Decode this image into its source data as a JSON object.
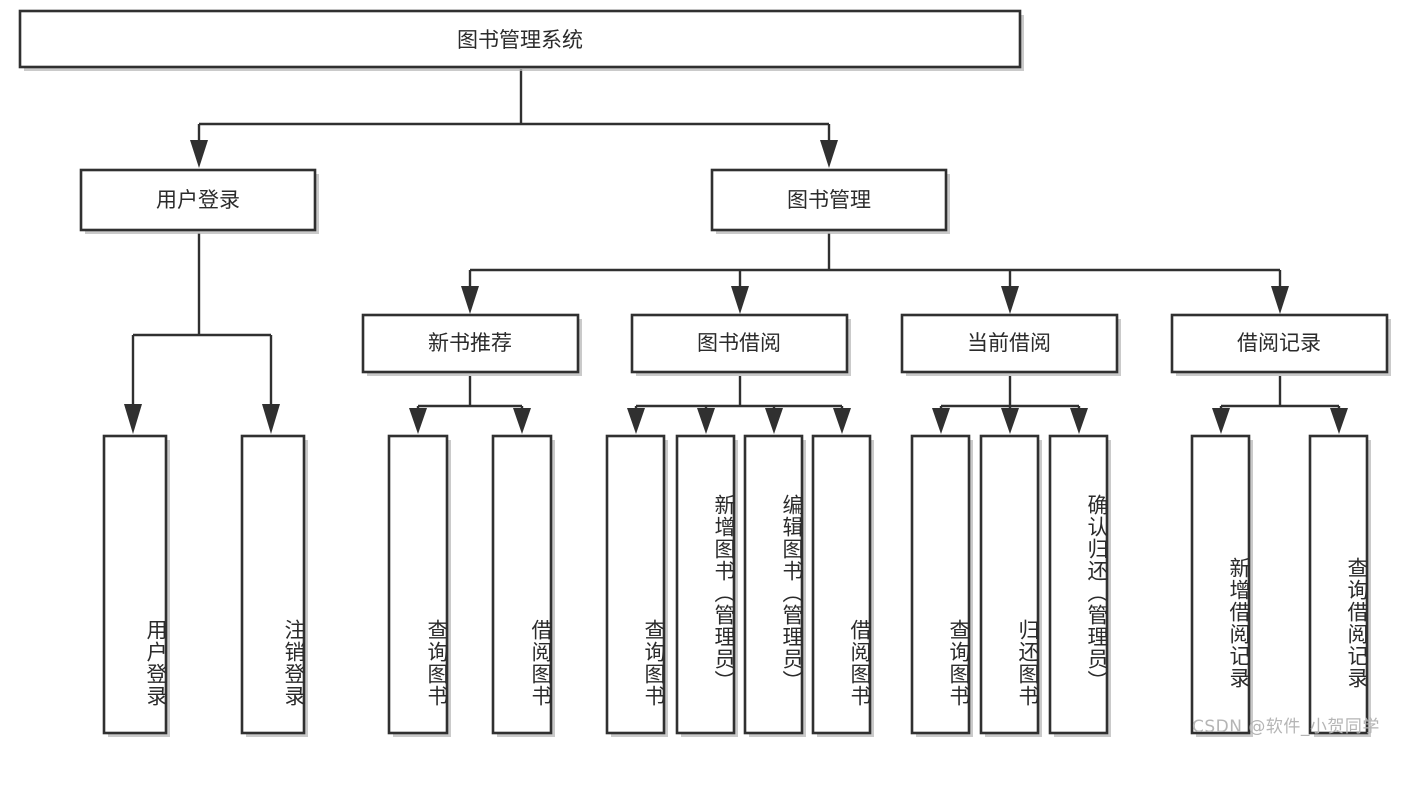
{
  "diagram": {
    "title_node": {
      "label": "图书管理系统"
    },
    "level2": [
      {
        "id": "user-login",
        "label": "用户登录"
      },
      {
        "id": "book-management",
        "label": "图书管理"
      }
    ],
    "level3": [
      {
        "id": "new-book-recommend",
        "label": "新书推荐"
      },
      {
        "id": "book-borrow",
        "label": "图书借阅"
      },
      {
        "id": "current-borrow",
        "label": "当前借阅"
      },
      {
        "id": "borrow-record",
        "label": "借阅记录"
      }
    ],
    "leaves": {
      "user_login": [
        {
          "id": "leaf-user-login",
          "label": "用户登录"
        },
        {
          "id": "leaf-logout",
          "label": "注销登录"
        }
      ],
      "new_book_recommend": [
        {
          "id": "leaf-query-book-1",
          "label": "查询图书"
        },
        {
          "id": "leaf-borrow-book-1",
          "label": "借阅图书"
        }
      ],
      "book_borrow": [
        {
          "id": "leaf-query-book-2",
          "label": "查询图书"
        },
        {
          "id": "leaf-add-book",
          "label": "新增图书（管理员）"
        },
        {
          "id": "leaf-edit-book",
          "label": "编辑图书（管理员）"
        },
        {
          "id": "leaf-borrow-book-2",
          "label": "借阅图书"
        }
      ],
      "current_borrow": [
        {
          "id": "leaf-query-book-3",
          "label": "查询图书"
        },
        {
          "id": "leaf-return-book",
          "label": "归还图书"
        },
        {
          "id": "leaf-confirm-return",
          "label": "确认归还（管理员）"
        }
      ],
      "borrow_record": [
        {
          "id": "leaf-add-record",
          "label": "新增借阅记录"
        },
        {
          "id": "leaf-query-record",
          "label": "查询借阅记录"
        }
      ]
    }
  },
  "watermark": {
    "text": "CSDN @软件_小贺同学"
  },
  "colors": {
    "box_stroke": "#303030",
    "box_fill": "#ffffff",
    "edge": "#303030",
    "text": "#2b2b2b",
    "watermark": "#b5b5b5",
    "background": "#ffffff"
  }
}
